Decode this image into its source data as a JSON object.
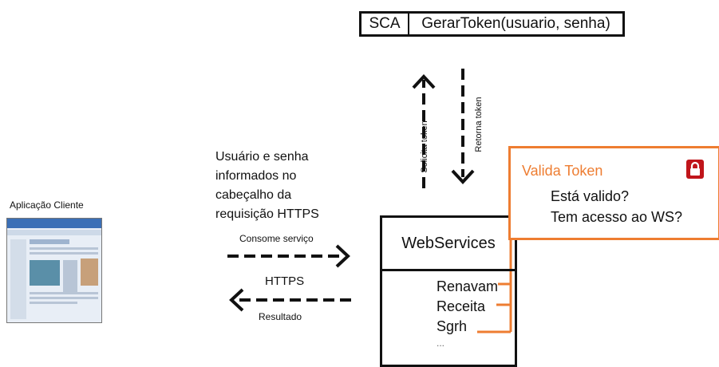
{
  "sca": {
    "name": "SCA",
    "method": "GerarToken(usuario, senha)"
  },
  "arrows": {
    "request_label": "Solicita token",
    "return_label": "Retorna token"
  },
  "client": {
    "label": "Aplicação Cliente"
  },
  "note": [
    "Usuário e senha",
    "informados no",
    "cabeçalho da",
    "requisição HTTPS"
  ],
  "flow": {
    "consume_label": "Consome serviço",
    "protocol_label": "HTTPS",
    "result_label": "Resultado"
  },
  "webservices": {
    "title": "WebServices",
    "services": [
      "Renavam",
      "Receita",
      "Sgrh",
      "..."
    ]
  },
  "validate": {
    "title": "Valida Token",
    "questions": [
      "Está valido?",
      "Tem acesso ao WS?"
    ]
  },
  "colors": {
    "accent": "#ee7d31",
    "lock": "#c0151a",
    "line": "#111111"
  }
}
